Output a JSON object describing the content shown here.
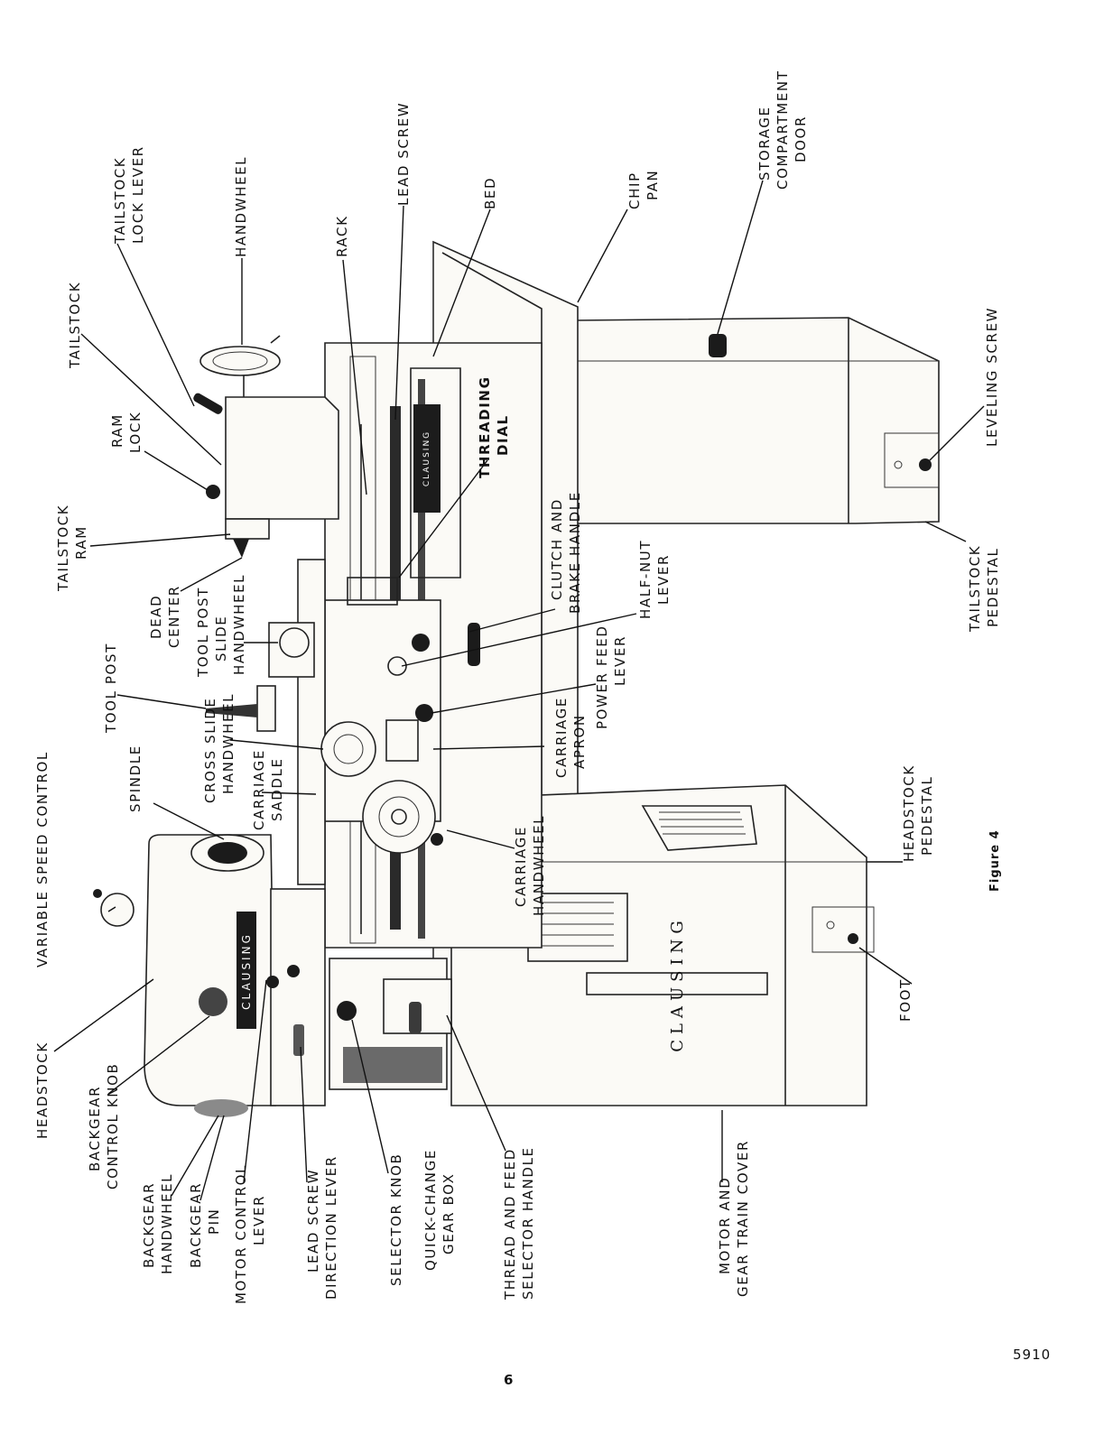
{
  "figure": {
    "caption": "Figure 4",
    "page_number": "6",
    "doc_code": "5910",
    "brand_headstock": "CLAUSING",
    "brand_pedestal": "CLAUSING",
    "threading_dial_plate": "CLAUSING"
  },
  "labels": {
    "tailstock": "TAILSTOCK",
    "tailstock_lock_lever_1": "TAILSTOCK",
    "tailstock_lock_lever_2": "LOCK LEVER",
    "handwheel": "HANDWHEEL",
    "rack": "RACK",
    "lead_screw": "LEAD SCREW",
    "bed": "BED",
    "chip_pan_1": "CHIP",
    "chip_pan_2": "PAN",
    "storage_door_1": "STORAGE",
    "storage_door_2": "COMPARTMENT",
    "storage_door_3": "DOOR",
    "ram_lock_1": "RAM",
    "ram_lock_2": "LOCK",
    "tailstock_ram_1": "TAILSTOCK",
    "tailstock_ram_2": "RAM",
    "threading_dial_1": "THREADING",
    "threading_dial_2": "DIAL",
    "leveling_screw": "LEVELING SCREW",
    "clutch_brake_1": "CLUTCH AND",
    "clutch_brake_2": "BRAKE HANDLE",
    "dead_center_1": "DEAD",
    "dead_center_2": "CENTER",
    "tool_post_slide_1": "TOOL POST",
    "tool_post_slide_2": "SLIDE",
    "tool_post_slide_3": "HANDWHEEL",
    "half_nut_1": "HALF-NUT",
    "half_nut_2": "LEVER",
    "tailstock_pedestal_1": "TAILSTOCK",
    "tailstock_pedestal_2": "PEDESTAL",
    "tool_post": "TOOL POST",
    "power_feed_1": "POWER FEED",
    "power_feed_2": "LEVER",
    "cross_slide_1": "CROSS SLIDE",
    "cross_slide_2": "HANDWHEEL",
    "carriage_apron_1": "CARRIAGE",
    "carriage_apron_2": "APRON",
    "variable_speed": "VARIABLE SPEED CONTROL",
    "spindle": "SPINDLE",
    "carriage_saddle_1": "CARRIAGE",
    "carriage_saddle_2": "SADDLE",
    "carriage_handwheel_1": "CARRIAGE",
    "carriage_handwheel_2": "HANDWHEEL",
    "headstock_pedestal_1": "HEADSTOCK",
    "headstock_pedestal_2": "PEDESTAL",
    "headstock": "HEADSTOCK",
    "foot": "FOOT",
    "backgear_control_1": "BACKGEAR",
    "backgear_control_2": "CONTROL KNOB",
    "backgear_handwheel_1": "BACKGEAR",
    "backgear_handwheel_2": "HANDWHEEL",
    "backgear_pin_1": "BACKGEAR",
    "backgear_pin_2": "PIN",
    "motor_control_1": "MOTOR CONTROL",
    "motor_control_2": "LEVER",
    "lead_screw_dir_1": "LEAD SCREW",
    "lead_screw_dir_2": "DIRECTION LEVER",
    "selector_knob": "SELECTOR KNOB",
    "quick_change_1": "QUICK-CHANGE",
    "quick_change_2": "GEAR BOX",
    "thread_feed_1": "THREAD AND FEED",
    "thread_feed_2": "SELECTOR HANDLE",
    "motor_cover_1": "MOTOR AND",
    "motor_cover_2": "GEAR TRAIN COVER"
  }
}
